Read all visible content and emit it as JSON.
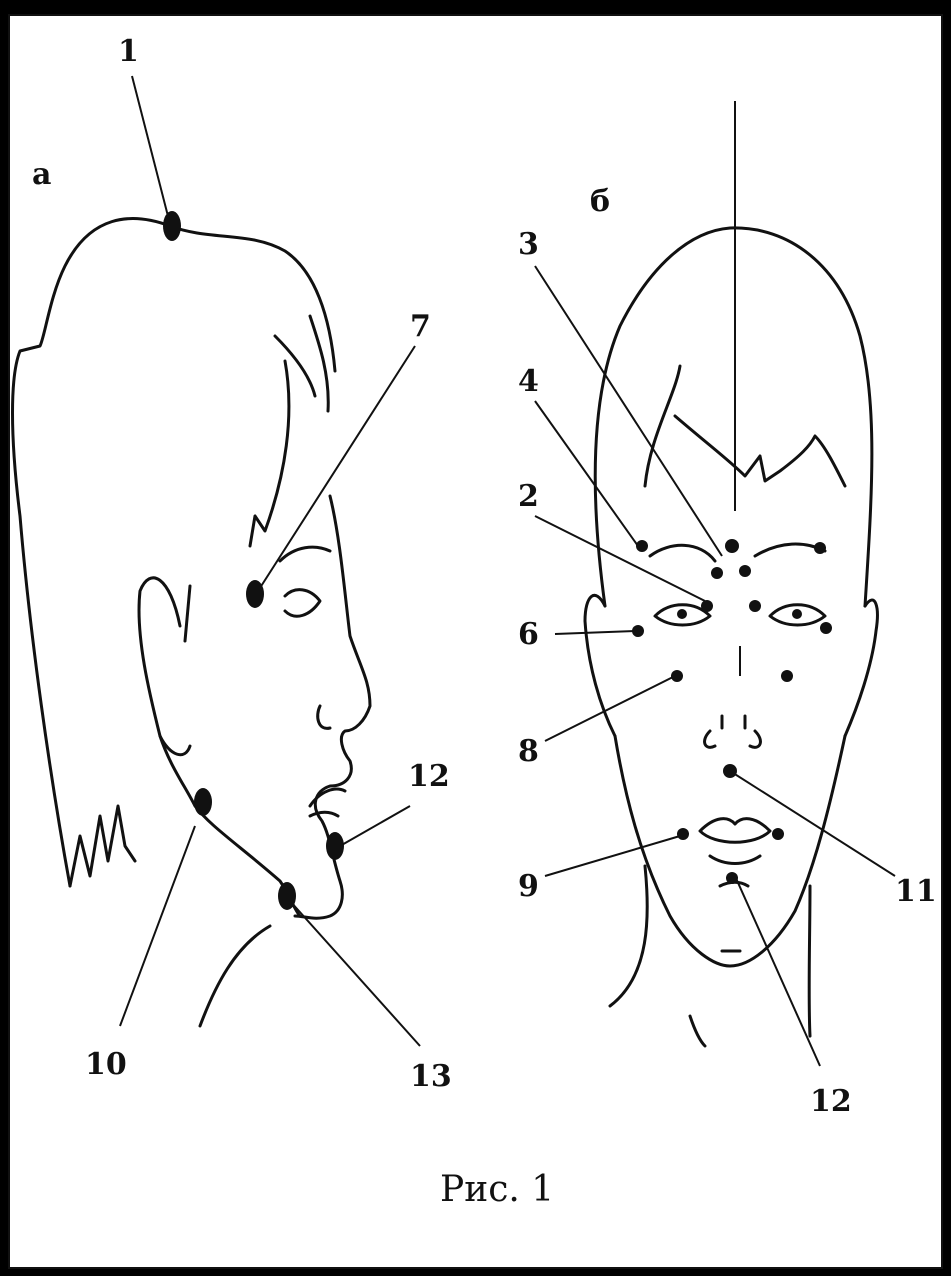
{
  "panels": {
    "side": {
      "letter": "а"
    },
    "front": {
      "letter": "б"
    }
  },
  "labels": {
    "l1": "1",
    "l2": "2",
    "l3": "3",
    "l4": "4",
    "l6": "6",
    "l7": "7",
    "l8": "8",
    "l9": "9",
    "l10": "10",
    "l11": "11",
    "l12a": "12",
    "l12b": "12",
    "l13": "13"
  },
  "caption": "Рис. 1"
}
